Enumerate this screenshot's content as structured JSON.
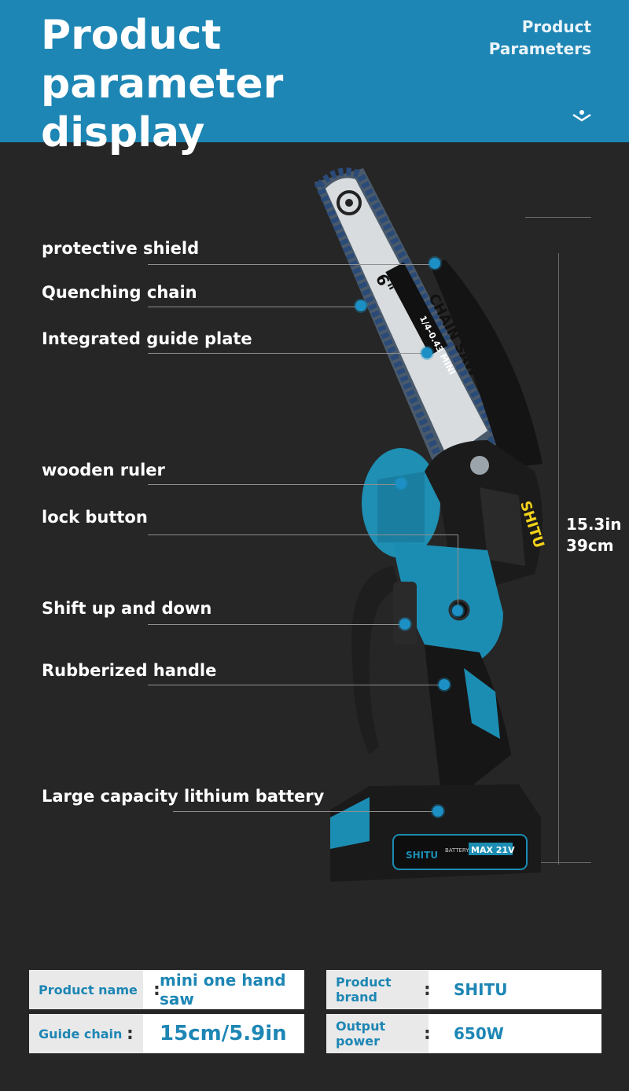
{
  "header": {
    "title_line1": "Product parameter",
    "title_line2": "display",
    "tag_line1": "Product",
    "tag_line2": "Parameters",
    "chevron_icon": "chevron-down-icon"
  },
  "features": [
    {
      "label": "protective shield"
    },
    {
      "label": "Quenching chain"
    },
    {
      "label": "Integrated guide plate"
    },
    {
      "label": "wooden ruler"
    },
    {
      "label": "lock button"
    },
    {
      "label": "Shift up and down"
    },
    {
      "label": "Rubberized handle"
    },
    {
      "label": "Large capacity lithium battery"
    }
  ],
  "dimension": {
    "inches": "15.3in",
    "cm": "39cm"
  },
  "product_markings": {
    "bar_size": "6\"",
    "bar_title": "CHAIN SAW",
    "bar_sub": "1/4-0.43 MINI",
    "brand_logo": "SHITU",
    "battery_logo": "SHITU",
    "battery_text": "BATTERY",
    "battery_max": "MAX 21V"
  },
  "specs": {
    "product_name": {
      "key": "Product name",
      "value": "mini one hand saw"
    },
    "product_brand": {
      "key": "Product brand",
      "value": "SHITU"
    },
    "guide_chain": {
      "key": "Guide chain",
      "value": "15cm/5.9in"
    },
    "output_power": {
      "key": "Output power",
      "value": "650W"
    },
    "colon": ":"
  },
  "colors": {
    "header_bg": "#1d86b4",
    "page_bg": "#262626",
    "accent": "#1c90c4",
    "brand_yellow": "#f2d21a"
  }
}
